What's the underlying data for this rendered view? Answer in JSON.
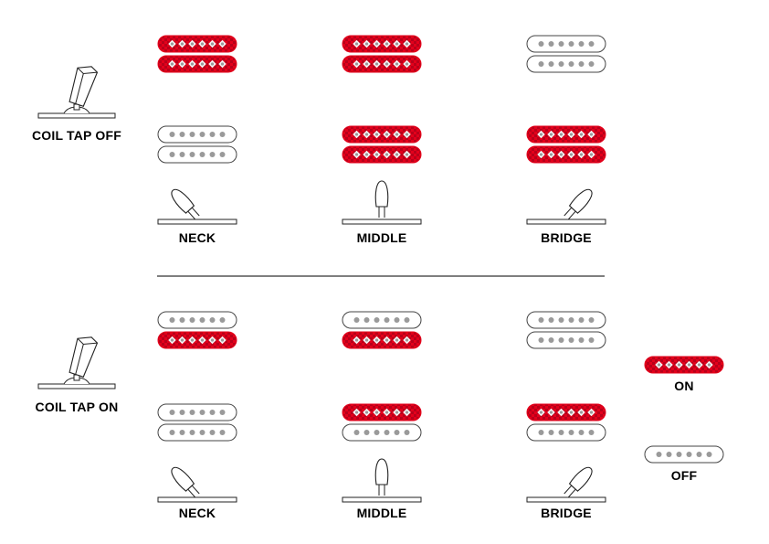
{
  "colors": {
    "active": "#e3001b",
    "active_dot": "#f4f4f4",
    "inactive_fill": "#ffffff",
    "inactive_dot": "#9a9a9a",
    "stroke": "#444444",
    "line": "#333333"
  },
  "sections": {
    "coil_tap_off": {
      "label": "COIL TAP OFF",
      "positions": [
        {
          "label": "NECK",
          "top_pickup": [
            "on",
            "on"
          ],
          "bottom_pickup": [
            "off",
            "off"
          ],
          "switch": "left"
        },
        {
          "label": "MIDDLE",
          "top_pickup": [
            "on",
            "on"
          ],
          "bottom_pickup": [
            "on",
            "on"
          ],
          "switch": "center"
        },
        {
          "label": "BRIDGE",
          "top_pickup": [
            "off",
            "off"
          ],
          "bottom_pickup": [
            "on",
            "on"
          ],
          "switch": "right"
        }
      ]
    },
    "coil_tap_on": {
      "label": "COIL TAP ON",
      "positions": [
        {
          "label": "NECK",
          "top_pickup": [
            "off",
            "on"
          ],
          "bottom_pickup": [
            "off",
            "off"
          ],
          "switch": "left"
        },
        {
          "label": "MIDDLE",
          "top_pickup": [
            "off",
            "on"
          ],
          "bottom_pickup": [
            "on",
            "off"
          ],
          "switch": "center"
        },
        {
          "label": "BRIDGE",
          "top_pickup": [
            "off",
            "off"
          ],
          "bottom_pickup": [
            "on",
            "off"
          ],
          "switch": "right"
        }
      ]
    }
  },
  "legend": {
    "on_label": "ON",
    "off_label": "OFF"
  }
}
